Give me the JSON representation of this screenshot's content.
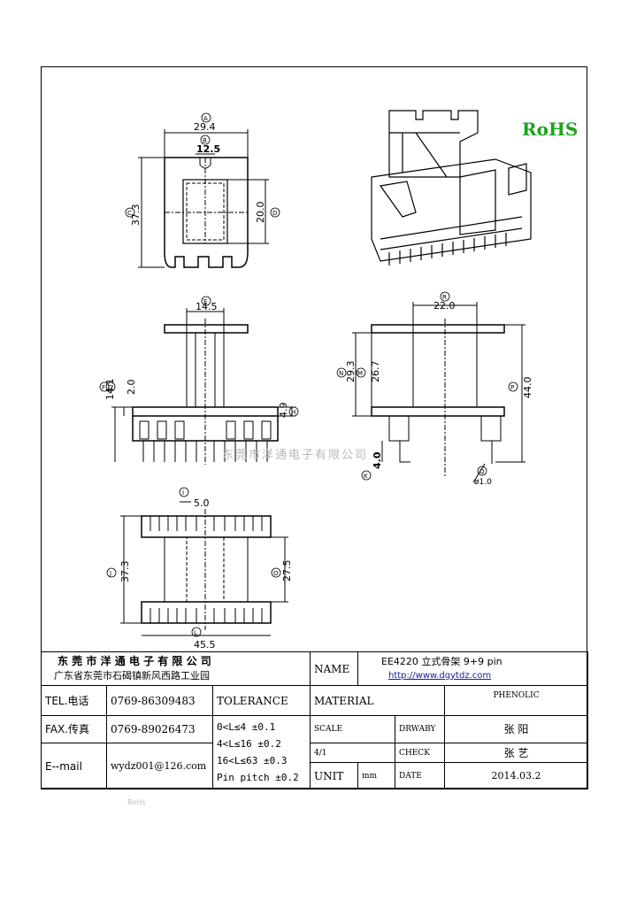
{
  "badge": {
    "rohs": "RoHS"
  },
  "watermark": "东莞市洋通电子有限公司",
  "dimensions": {
    "top_view": {
      "A_width": "29.4",
      "B_width": "12.5",
      "C_height": "37.3",
      "D_height": "20.0"
    },
    "front_view": {
      "E_width": "14.5",
      "F_height": "14.1",
      "G_val": "2.0",
      "H_val": "4.9"
    },
    "side_view": {
      "R_width": "22.0",
      "N_height": "29.3",
      "M_height": "26.7",
      "P_height": "44.0",
      "K_val": "4.0",
      "Q_val": "ø1.0"
    },
    "bottom_view": {
      "I_width": "5.0",
      "J_height": "37.3",
      "O_height": "27.5",
      "L_width": "45.5"
    }
  },
  "circle_labels": {
    "A": "A",
    "B": "B",
    "C": "C",
    "D": "D",
    "E": "E",
    "F": "F",
    "G": "G",
    "H": "H",
    "I": "I",
    "J": "J",
    "K": "K",
    "L": "L",
    "M": "M",
    "N": "N",
    "O": "O",
    "P": "P",
    "Q": "Q",
    "R": "R"
  },
  "title_block": {
    "company": "东 莞 市 洋 通 电 子 有 限 公 司",
    "address": "广东省东莞市石碣镇新风西路工业园",
    "name_label": "NAME",
    "name_value": "EE4220    立式骨架  9+9 pin",
    "website": "http://www.dgytdz.com",
    "tel_label": "TEL.电话",
    "tel_value": "0769-86309483",
    "fax_label": "FAX.传真",
    "fax_value": "0769-89026473",
    "email_label": "E--mail",
    "email_value": "wydz001@126.com",
    "tolerance_label": "TOLERANCE",
    "tolerance_lines": [
      "0<L≤4   ±0.1",
      "4<L≤16  ±0.2",
      "16<L≤63  ±0.3",
      "Pin pitch ±0.2"
    ],
    "material_label": "MATERIAL",
    "material_value": "PHENOLIC",
    "scale_label": "SCALE",
    "scale_value": "4/1",
    "drawby_label": "DRWABY",
    "drawby_value": "张  阳",
    "check_label": "CHECK",
    "check_value": "张  艺",
    "unit_label": "UNIT",
    "unit_value": "mm",
    "date_label": "DATE",
    "date_value": "2014.03.2"
  },
  "stray_mark": "RoHs"
}
